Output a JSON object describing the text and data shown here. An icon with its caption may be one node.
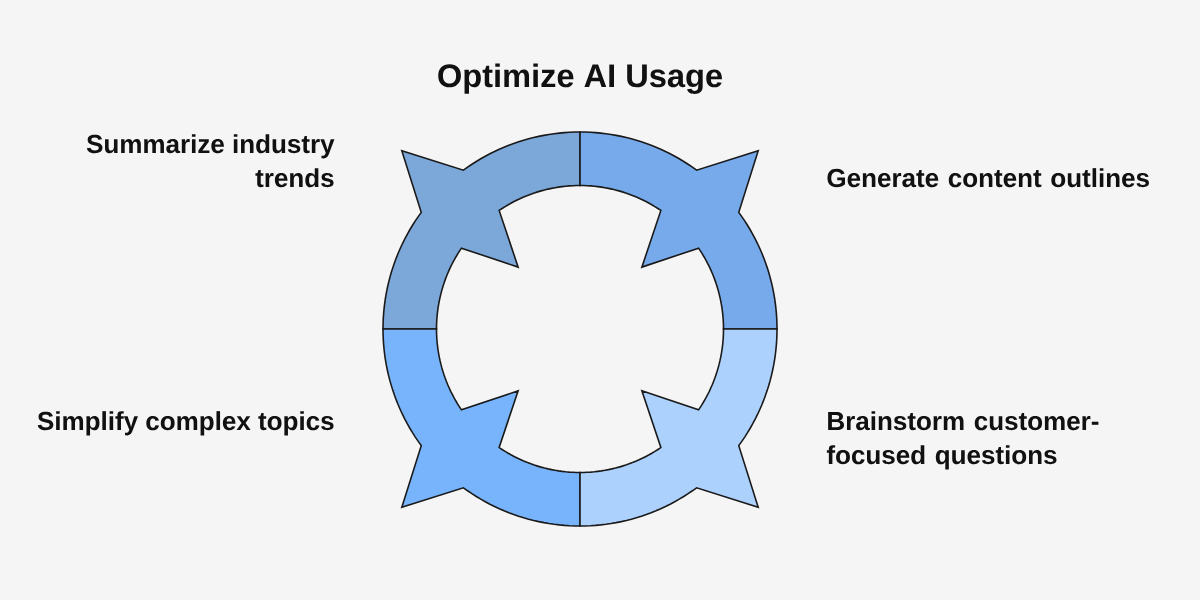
{
  "diagram": {
    "title": "Optimize AI Usage",
    "nodes": [
      {
        "text": [],
        "shape": "arc",
        "beside": [
          "Summarize industry trends"
        ]
      },
      {
        "text": [],
        "shape": "arc",
        "beside": [
          "Generate content outlines"
        ]
      },
      {
        "text": [],
        "shape": "arc",
        "beside": [
          "Simplify complex topics"
        ]
      },
      {
        "text": [],
        "shape": "arc",
        "beside": [
          "Brainstorm customer-focused questions"
        ]
      }
    ]
  }
}
